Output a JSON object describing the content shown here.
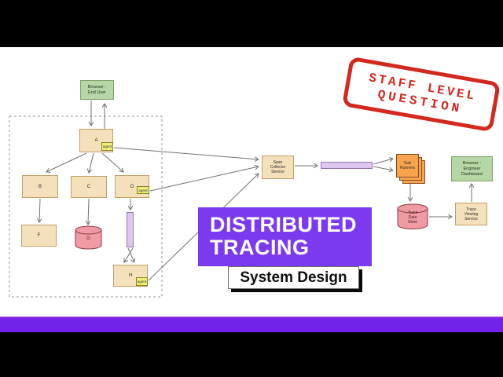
{
  "stamp": {
    "line1": "STAFF LEVEL",
    "line2": "QUESTION"
  },
  "title": {
    "line1": "DISTRIBUTED",
    "line2": "TRACING",
    "badge": "System Design"
  },
  "nodes": {
    "browser_user_l1": "Browser -",
    "browser_user_l2": "End User",
    "a": "A",
    "b": "B",
    "c": "C",
    "d": "D",
    "f": "F",
    "g": "G",
    "h": "H",
    "agent": "agent",
    "span_l1": "Span",
    "span_l2": "Collector",
    "span_l3": "Service",
    "task_l1": "Task",
    "task_l2": "Runners",
    "tds_l1": "Trace",
    "tds_l2": "Data",
    "tds_l3": "Store",
    "tvs_l1": "Trace",
    "tvs_l2": "Viewing",
    "tvs_l3": "Service",
    "bed_l1": "Browser -",
    "bed_l2": "Engineer",
    "bed_l3": "Dashboard"
  },
  "colors": {
    "accent_purple": "#7c3af0",
    "strip_purple": "#7322e9",
    "stamp_red": "#d2281e",
    "node_tan": "#f4e1bb",
    "node_green": "#b5d6a5",
    "node_pink": "#f09ba4",
    "node_orange": "#f7a44e",
    "node_lavender": "#dfc6f0",
    "agent_yellow": "#eeee7a",
    "arrow_gray": "#737373"
  }
}
